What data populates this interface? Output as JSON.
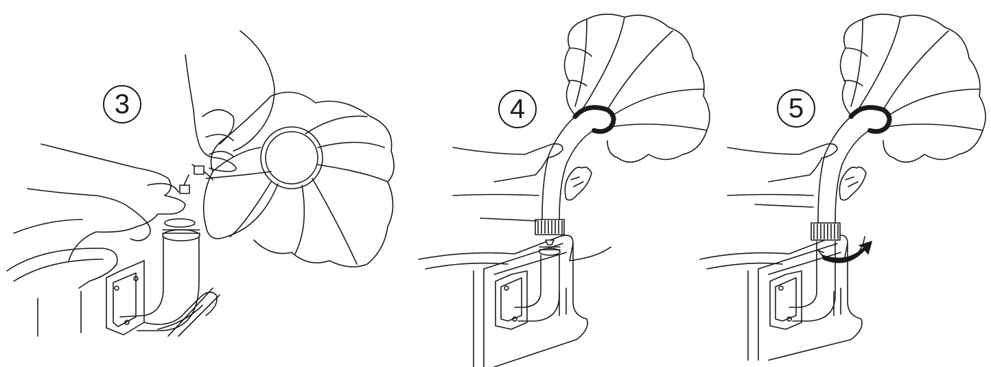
{
  "steps": [
    {
      "number": "3"
    },
    {
      "number": "4"
    },
    {
      "number": "5"
    }
  ],
  "colors": {
    "line": "#1a1a1a",
    "background": "#ffffff"
  },
  "icons": [
    "gramophone-horn",
    "hand",
    "neck-pipe",
    "threaded-collar",
    "rotation-arrow"
  ]
}
